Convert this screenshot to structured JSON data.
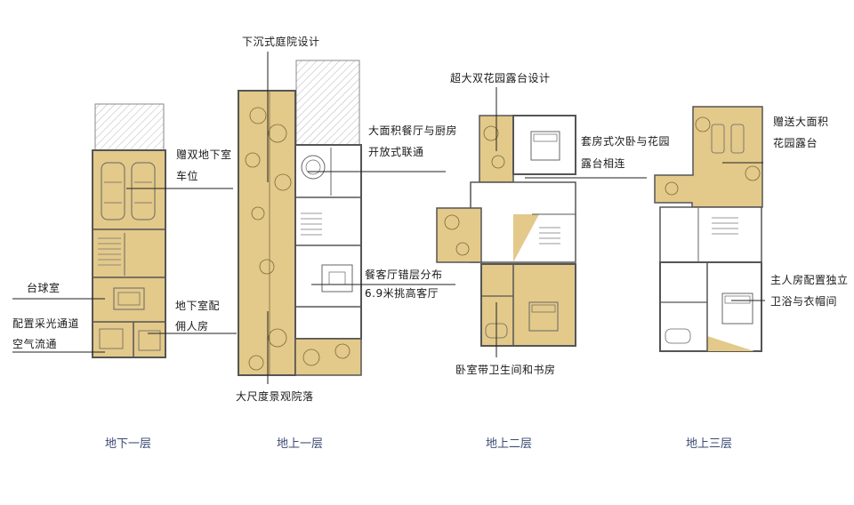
{
  "colors": {
    "fill": "#e3c98a",
    "wall": "#6b6b6b",
    "title": "#3b4a73",
    "background": "#ffffff"
  },
  "floors": [
    {
      "title": "地下一层"
    },
    {
      "title": "地上一层"
    },
    {
      "title": "地上二层"
    },
    {
      "title": "地上三层"
    }
  ],
  "labels": {
    "b1_garage_1": "赠双地下室",
    "b1_garage_2": "车位",
    "b1_billiard": "台球室",
    "b1_light_1": "配置采光通道",
    "b1_light_2": "空气流通",
    "b1_servant_1": "地下室配",
    "b1_servant_2": "佣人房",
    "f1_sunken": "下沉式庭院设计",
    "f1_dining_1": "大面积餐厅与厨房",
    "f1_dining_2": "开放式联通",
    "f1_split_1": "餐客厅错层分布",
    "f1_split_2": "6.9米挑高客厅",
    "f1_garden": "大尺度景观院落",
    "f2_terrace": "超大双花园露台设计",
    "f2_suite_1": "套房式次卧与花园",
    "f2_suite_2": "露台相连",
    "f2_study": "卧室带卫生间和书房",
    "f3_gift_1": "赠送大面积",
    "f3_gift_2": "花园露台",
    "f3_master_1": "主人房配置独立",
    "f3_master_2": "卫浴与衣帽间"
  }
}
